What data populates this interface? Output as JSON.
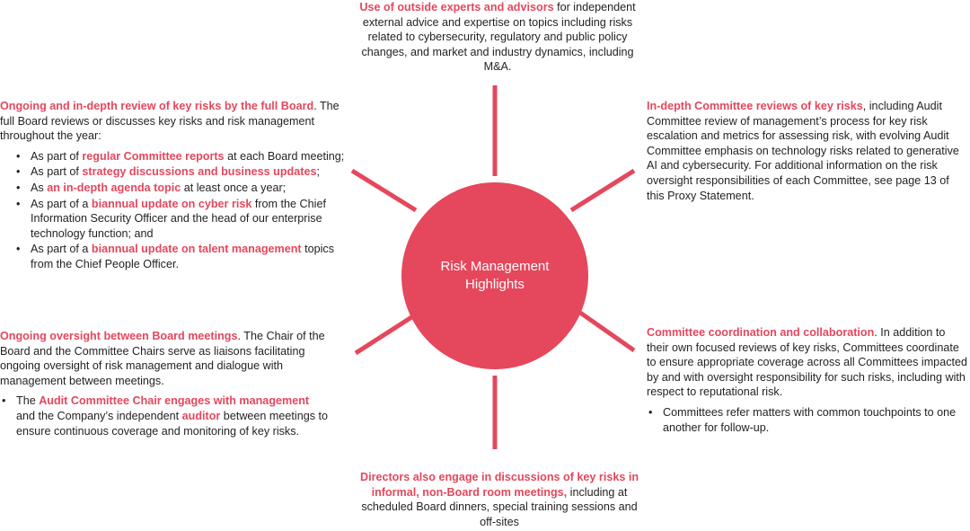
{
  "colors": {
    "accent": "#e4475c",
    "hub": "#e5475c",
    "text": "#231f20"
  },
  "hub": {
    "line1": "Risk Management",
    "line2": "Highlights"
  },
  "top": {
    "highlight": "Use of outside experts and advisors",
    "text": " for independent external advice and expertise on topics including risks related to cybersecurity, regulatory and public policy changes, and market and industry dynamics, including M&A."
  },
  "top_left": {
    "highlight": "Ongoing and in-depth review of key risks by the full Board",
    "text": ". The full Board reviews or discusses key risks and risk management throughout the year:",
    "bullets": [
      {
        "pre": "As part of ",
        "hl": "regular Committee reports",
        "post": " at each Board meeting;"
      },
      {
        "pre": "As part of ",
        "hl": "strategy discussions and business updates",
        "post": ";"
      },
      {
        "pre": "As ",
        "hl": "an in-depth agenda topic",
        "post": " at least once a year;"
      },
      {
        "pre": "As part of a ",
        "hl": "biannual update on cyber risk",
        "post": " from the Chief Information Security Officer and the head of our enterprise technology function; and"
      },
      {
        "pre": "As part of a ",
        "hl": "biannual update on talent management",
        "post": " topics from the Chief People Officer."
      }
    ]
  },
  "top_right": {
    "highlight": "In-depth Committee reviews of key risks",
    "text": ", including Audit Committee review of management’s process for key risk escalation and metrics for assessing risk, with evolving Audit Committee emphasis on technology risks related to generative AI and cybersecurity. For additional information on the risk oversight responsibilities of each Committee, see page 13 of this Proxy Statement."
  },
  "bottom_left": {
    "highlight": "Ongoing oversight between Board meetings",
    "text": ". The Chair of the Board and the Committee Chairs serve as liaisons facilitating ongoing oversight of risk management and dialogue with management between meetings.",
    "bullets": [
      {
        "pre": "The ",
        "hl": "Audit Committee Chair engages with management",
        "mid": " and the Company’s independent ",
        "hl2": "auditor",
        "post": " between meetings to ensure continuous coverage and monitoring of key risks."
      }
    ]
  },
  "bottom_right": {
    "highlight": "Committee coordination and collaboration",
    "text": ". In addition to their own focused reviews of key risks, Committees coordinate to ensure appropriate coverage across all Committees impacted by and with oversight responsibility for such risks, including with respect to reputational risk.",
    "bullets": [
      {
        "text": "Committees refer matters with common touchpoints to one another for follow-up."
      }
    ]
  },
  "bottom": {
    "highlight": "Directors also engage in discussions of key risks in informal, non-Board room meetings,",
    "text": " including at scheduled Board dinners, special training sessions and off-sites"
  }
}
